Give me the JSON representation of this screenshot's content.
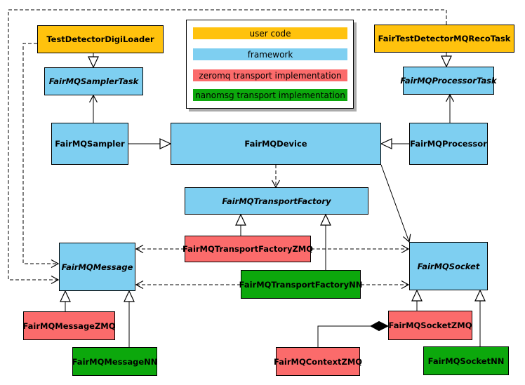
{
  "diagram_type": "uml-class-diagram",
  "colors": {
    "user": "#FFC20D",
    "framework": "#7ECFF1",
    "zeromq": "#FB6B6B",
    "nanomsg": "#0CA80C",
    "shadow": "#ABABAB",
    "line": "#000000"
  },
  "legend": {
    "items": [
      {
        "label": "user code",
        "category": "user"
      },
      {
        "label": "framework",
        "category": "framework"
      },
      {
        "label": "zeromq transport implementation",
        "category": "zeromq"
      },
      {
        "label": "nanomsg transport implementation",
        "category": "nanomsg"
      }
    ]
  },
  "nodes": [
    {
      "label": "TestDetectorDigiLoader",
      "category": "user",
      "abstract": false
    },
    {
      "label": "FairTestDetectorMQRecoTask",
      "category": "user",
      "abstract": false
    },
    {
      "label": "FairMQSamplerTask",
      "category": "framework",
      "abstract": true
    },
    {
      "label": "FairMQProcessorTask",
      "category": "framework",
      "abstract": true
    },
    {
      "label": "FairMQSampler",
      "category": "framework",
      "abstract": false
    },
    {
      "label": "FairMQDevice",
      "category": "framework",
      "abstract": false
    },
    {
      "label": "FairMQProcessor",
      "category": "framework",
      "abstract": false
    },
    {
      "label": "FairMQTransportFactory",
      "category": "framework",
      "abstract": true
    },
    {
      "label": "FairMQTransportFactoryZMQ",
      "category": "zeromq",
      "abstract": false
    },
    {
      "label": "FairMQTransportFactoryNN",
      "category": "nanomsg",
      "abstract": false
    },
    {
      "label": "FairMQMessage",
      "category": "framework",
      "abstract": true
    },
    {
      "label": "FairMQSocket",
      "category": "framework",
      "abstract": true
    },
    {
      "label": "FairMQMessageZMQ",
      "category": "zeromq",
      "abstract": false
    },
    {
      "label": "FairMQMessageNN",
      "category": "nanomsg",
      "abstract": false
    },
    {
      "label": "FairMQContextZMQ",
      "category": "zeromq",
      "abstract": false
    },
    {
      "label": "FairMQSocketZMQ",
      "category": "zeromq",
      "abstract": false
    },
    {
      "label": "FairMQSocketNN",
      "category": "nanomsg",
      "abstract": false
    }
  ],
  "relationships": [
    {
      "from": "TestDetectorDigiLoader",
      "to": "FairMQSamplerTask",
      "kind": "inheritance"
    },
    {
      "from": "FairTestDetectorMQRecoTask",
      "to": "FairMQProcessorTask",
      "kind": "inheritance"
    },
    {
      "from": "FairMQSampler",
      "to": "FairMQSamplerTask",
      "kind": "association"
    },
    {
      "from": "FairMQProcessor",
      "to": "FairMQProcessorTask",
      "kind": "association"
    },
    {
      "from": "FairMQSampler",
      "to": "FairMQDevice",
      "kind": "inheritance"
    },
    {
      "from": "FairMQProcessor",
      "to": "FairMQDevice",
      "kind": "inheritance"
    },
    {
      "from": "FairMQDevice",
      "to": "FairMQTransportFactory",
      "kind": "dependency"
    },
    {
      "from": "FairMQDevice",
      "to": "FairMQSocket",
      "kind": "association"
    },
    {
      "from": "FairMQTransportFactoryZMQ",
      "to": "FairMQTransportFactory",
      "kind": "inheritance"
    },
    {
      "from": "FairMQTransportFactoryNN",
      "to": "FairMQTransportFactory",
      "kind": "inheritance"
    },
    {
      "from": "FairMQTransportFactoryZMQ",
      "to": "FairMQMessage",
      "kind": "dependency"
    },
    {
      "from": "FairMQTransportFactoryZMQ",
      "to": "FairMQSocket",
      "kind": "dependency"
    },
    {
      "from": "FairMQTransportFactoryNN",
      "to": "FairMQMessage",
      "kind": "dependency"
    },
    {
      "from": "FairMQTransportFactoryNN",
      "to": "FairMQSocket",
      "kind": "dependency"
    },
    {
      "from": "TestDetectorDigiLoader",
      "to": "FairMQMessage",
      "kind": "dependency"
    },
    {
      "from": "FairTestDetectorMQRecoTask",
      "to": "FairMQMessage",
      "kind": "dependency"
    },
    {
      "from": "FairMQMessageZMQ",
      "to": "FairMQMessage",
      "kind": "inheritance"
    },
    {
      "from": "FairMQMessageNN",
      "to": "FairMQMessage",
      "kind": "inheritance"
    },
    {
      "from": "FairMQSocketZMQ",
      "to": "FairMQSocket",
      "kind": "inheritance"
    },
    {
      "from": "FairMQSocketNN",
      "to": "FairMQSocket",
      "kind": "inheritance"
    },
    {
      "from": "FairMQContextZMQ",
      "to": "FairMQSocketZMQ",
      "kind": "composition"
    }
  ]
}
